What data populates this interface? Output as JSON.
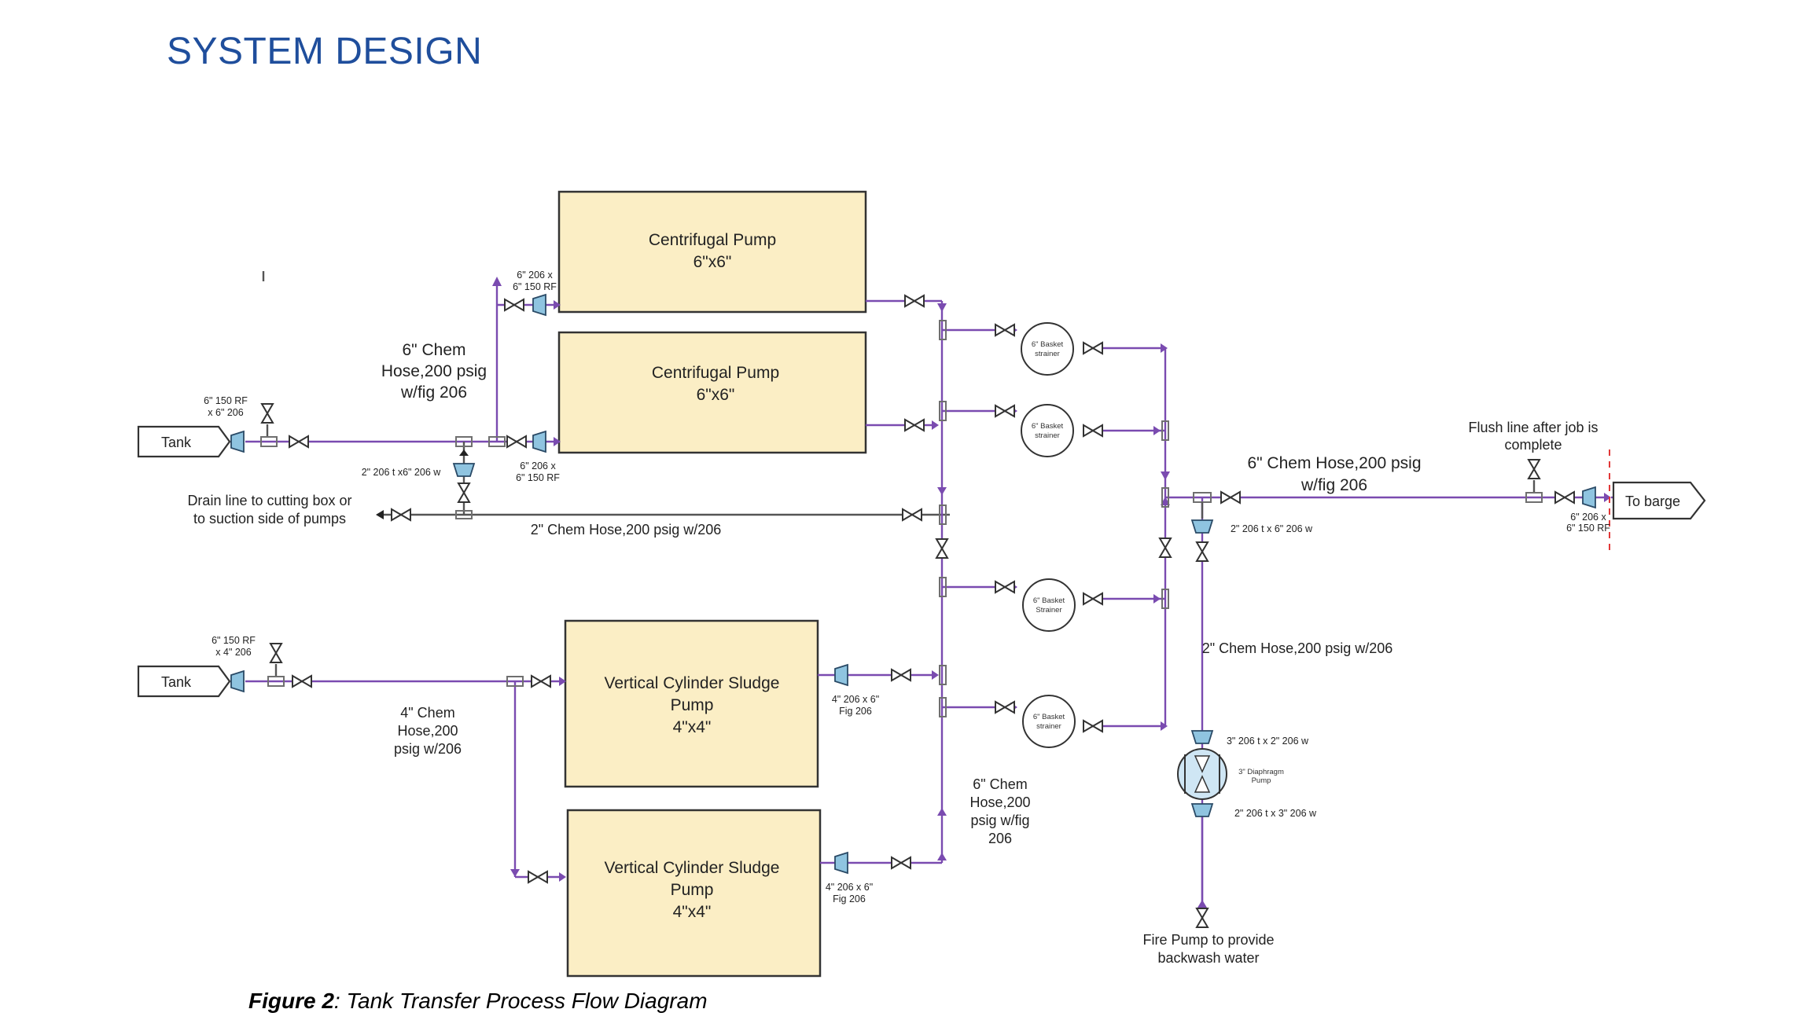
{
  "header": {
    "title": "SYSTEM DESIGN"
  },
  "caption": {
    "figure_label": "Figure 2",
    "figure_text": ": Tank Transfer Process Flow Diagram"
  },
  "equipment": {
    "centrifugal_pump_1": {
      "name": "Centrifugal Pump",
      "size": "6\"x6\""
    },
    "centrifugal_pump_2": {
      "name": "Centrifugal Pump",
      "size": "6\"x6\""
    },
    "sludge_pump_1": {
      "line1": "Vertical Cylinder Sludge",
      "line2": "Pump",
      "size": "4\"x4\""
    },
    "sludge_pump_2": {
      "line1": "Vertical Cylinder Sludge",
      "line2": "Pump",
      "size": "4\"x4\""
    },
    "tank_1": "Tank",
    "tank_2": "Tank",
    "barge": "To barge",
    "strainer_1": {
      "line1": "6\" Basket",
      "line2": "strainer"
    },
    "strainer_2": {
      "line1": "6\" Basket",
      "line2": "strainer"
    },
    "strainer_3": {
      "line1": "6\" Basket",
      "line2": "Strainer"
    },
    "strainer_4": {
      "line1": "6\" Basket",
      "line2": "strainer"
    },
    "diaphragm_pump": {
      "line1": "3\" Diaphragm",
      "line2": "Pump"
    }
  },
  "labels": {
    "hose_6in_upper": [
      "6\" Chem",
      "Hose,200 psig",
      "w/fig 206"
    ],
    "hose_4in": [
      "4\" Chem",
      "Hose,200",
      "psig w/206"
    ],
    "hose_6in_lower": [
      "6\" Chem",
      "Hose,200",
      "psig w/fig",
      "206"
    ],
    "hose_6in_barge": [
      "6\" Chem Hose,200 psig",
      "w/fig 206"
    ],
    "hose_2in_drain": "2\" Chem Hose,200 psig w/206",
    "hose_2in_backwash": "2\" Chem Hose,200 psig w/206",
    "drain_line": [
      "Drain line to cutting box or",
      "to suction side of pumps"
    ],
    "flush_line": [
      "Flush line after job is",
      "complete"
    ],
    "fire_pump": [
      "Fire Pump to provide",
      "backwash water"
    ],
    "tank1_flange": [
      "6\" 150 RF",
      "x 6\" 206"
    ],
    "tank2_flange": [
      "6\" 150 RF",
      "x 4\" 206"
    ],
    "pump1_flange": [
      "6\" 206 x",
      "6\" 150 RF"
    ],
    "pump2_flange": [
      "6\" 206 x",
      "6\" 150 RF"
    ],
    "drain_reducer": "2\" 206 t x6\" 206 w",
    "sludge1_reducer": [
      "4\" 206 x 6\"",
      "Fig 206"
    ],
    "sludge2_reducer": [
      "4\" 206 x 6\"",
      "Fig 206"
    ],
    "barge_flange": [
      "6\" 206 x",
      "6\" 150 RF"
    ],
    "barge_reducer": "2\" 206 t x 6\" 206 w",
    "diaphragm_top_reducer": "3\" 206 t x 2\" 206 w",
    "diaphragm_bottom_reducer": "2\" 206 t x 3\" 206 w"
  }
}
